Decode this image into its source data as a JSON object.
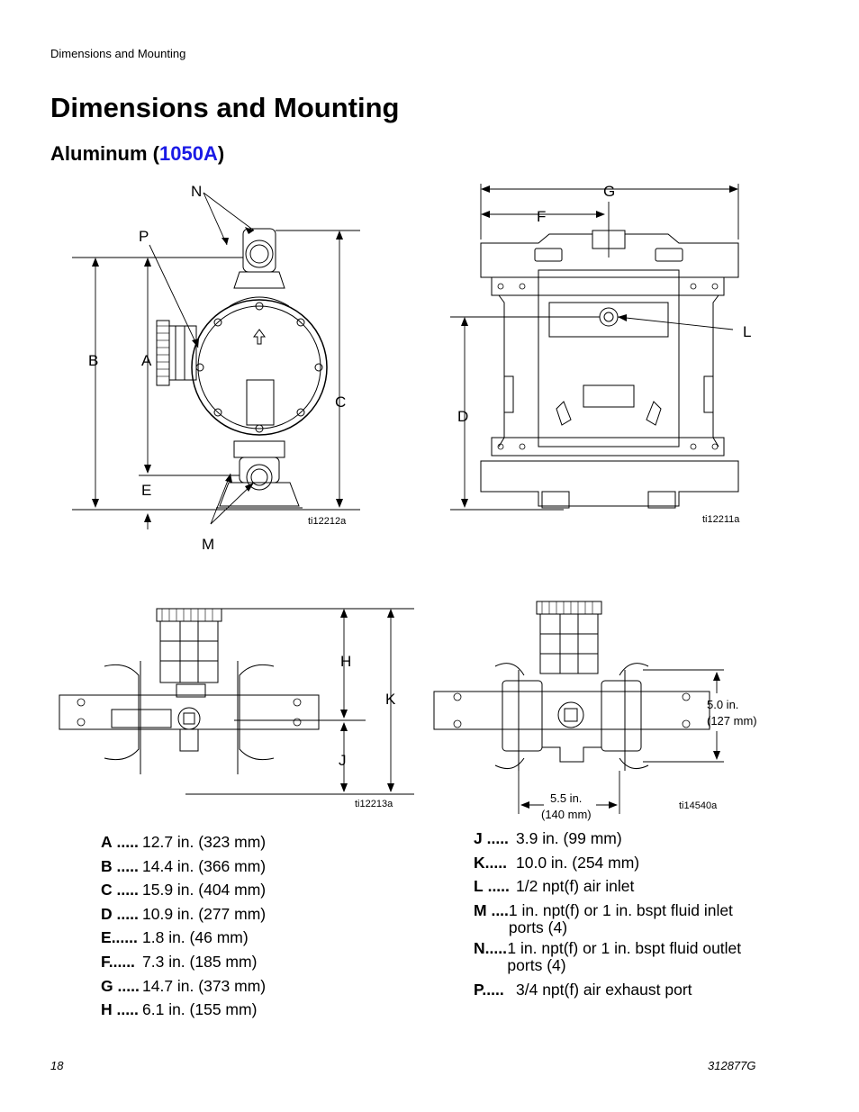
{
  "header": {
    "running_title": "Dimensions and Mounting"
  },
  "title": "Dimensions and Mounting",
  "section": {
    "prefix": "Aluminum (",
    "link": "1050A",
    "suffix": ")"
  },
  "figures": {
    "side": {
      "id": "ti12212a",
      "labels": {
        "N": "N",
        "P": "P",
        "B": "B",
        "A": "A",
        "C": "C",
        "E": "E",
        "M": "M"
      }
    },
    "front": {
      "id": "ti12211a",
      "labels": {
        "G": "G",
        "F": "F",
        "L": "L",
        "D": "D"
      }
    },
    "top": {
      "id": "ti12213a",
      "labels": {
        "H": "H",
        "K": "K",
        "J": "J"
      }
    },
    "bottom": {
      "id": "ti14540a",
      "dim_vertical": [
        "5.0 in.",
        "(127 mm)"
      ],
      "dim_horizontal": [
        "5.5 in.",
        "(140 mm)"
      ]
    }
  },
  "dimensions_left": [
    {
      "key": "A",
      "dots": ".....",
      "value": "12.7 in. (323 mm)"
    },
    {
      "key": "B",
      "dots": ".....",
      "value": "14.4 in. (366 mm)"
    },
    {
      "key": "C",
      "dots": ".....",
      "value": "15.9 in. (404 mm)"
    },
    {
      "key": "D",
      "dots": ".....",
      "value": "10.9 in. (277 mm)"
    },
    {
      "key": "E",
      "dots": "......",
      "value": "1.8 in. (46 mm)"
    },
    {
      "key": "F",
      "dots": "......",
      "value": "7.3 in. (185 mm)"
    },
    {
      "key": "G",
      "dots": ".....",
      "value": "14.7 in. (373 mm)"
    },
    {
      "key": "H",
      "dots": ".....",
      "value": "6.1 in. (155 mm)"
    }
  ],
  "dimensions_right": [
    {
      "key": "J",
      "dots": ".....",
      "value": "3.9 in. (99 mm)"
    },
    {
      "key": "K",
      "dots": ".....",
      "value": "10.0 in. (254 mm)"
    },
    {
      "key": "L",
      "dots": ".....",
      "value": "1/2 npt(f) air inlet"
    },
    {
      "key": "M",
      "dots": "....",
      "value": "1 in. npt(f) or 1 in. bspt fluid inlet ports (4)"
    },
    {
      "key": "N",
      "dots": ".....",
      "value": "1 in. npt(f) or 1 in. bspt fluid outlet ports (4)"
    },
    {
      "key": "P",
      "dots": ".....",
      "value": "3/4 npt(f) air exhaust port"
    }
  ],
  "footer": {
    "page_number": "18",
    "doc_number": "312877G"
  }
}
